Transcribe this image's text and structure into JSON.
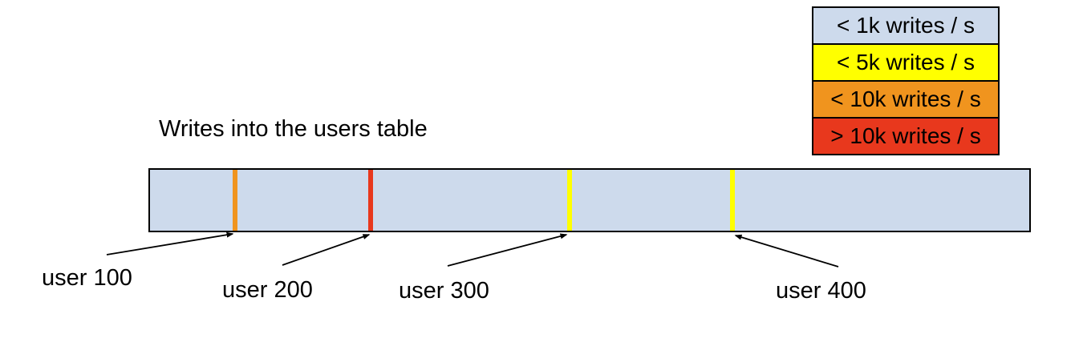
{
  "title": "Writes into the users table",
  "legend": {
    "border_color": "#000000",
    "items": [
      {
        "label": "< 1k writes / s",
        "color": "#cddaec"
      },
      {
        "label": "< 5k writes / s",
        "color": "#ffff00"
      },
      {
        "label": "< 10k writes / s",
        "color": "#f0941e"
      },
      {
        "label": "> 10k writes / s",
        "color": "#e8381d"
      }
    ]
  },
  "table_bar": {
    "fill": "#cddaec",
    "border_color": "#000000"
  },
  "hotspots": [
    {
      "label": "user 100",
      "rate": "< 10k writes / s",
      "color": "#f0941e"
    },
    {
      "label": "user 200",
      "rate": "> 10k writes / s",
      "color": "#e8381d"
    },
    {
      "label": "user 300",
      "rate": "< 5k writes / s",
      "color": "#ffff00"
    },
    {
      "label": "user 400",
      "rate": "< 5k writes / s",
      "color": "#ffff00"
    }
  ]
}
